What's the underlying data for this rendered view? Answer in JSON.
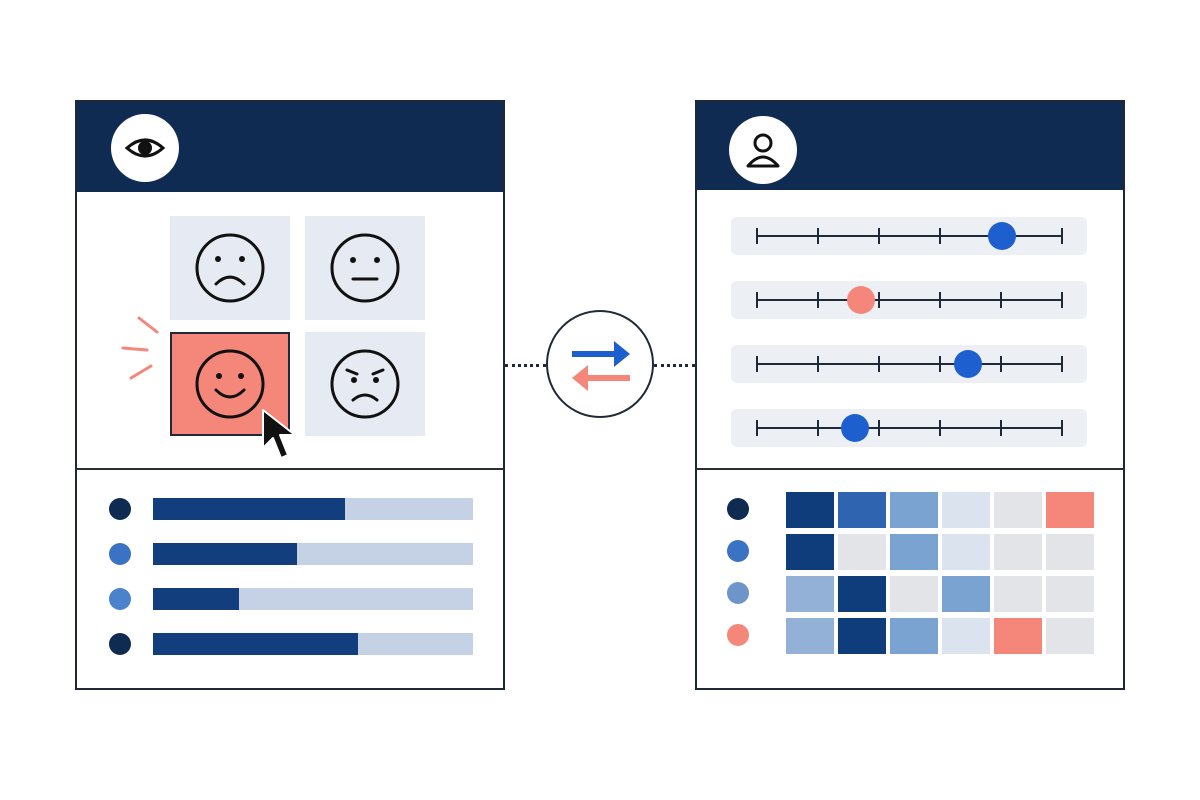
{
  "colors": {
    "header": "#0f2b52",
    "accent_red": "#f4877a",
    "accent_blue": "#1e5fd0",
    "tile": "#e6eaf2",
    "track": "#c5d1e4"
  },
  "left_panel": {
    "header_icon": "eye-icon",
    "faces": [
      {
        "icon": "sad-face-icon",
        "selected": false
      },
      {
        "icon": "neutral-face-icon",
        "selected": false
      },
      {
        "icon": "happy-face-icon",
        "selected": true
      },
      {
        "icon": "worried-face-icon",
        "selected": false
      }
    ],
    "cursor_icon": "mouse-pointer-icon",
    "bars": [
      {
        "dot_color": "#0f2b52",
        "value": 0.6
      },
      {
        "dot_color": "#3a73c4",
        "value": 0.45
      },
      {
        "dot_color": "#4a82cc",
        "value": 0.27
      },
      {
        "dot_color": "#0f2b52",
        "value": 0.64
      }
    ]
  },
  "sync_icon": "swap-arrows-icon",
  "right_panel": {
    "header_icon": "user-icon",
    "sliders": [
      {
        "value": 0.8,
        "color": "#1e5fd0"
      },
      {
        "value": 0.34,
        "color": "#f4877a"
      },
      {
        "value": 0.69,
        "color": "#1e5fd0"
      },
      {
        "value": 0.32,
        "color": "#1e5fd0"
      }
    ],
    "heatmap_dots": [
      "#0f2b52",
      "#3a73c4",
      "#6d95c9",
      "#f4877a"
    ],
    "heatmap": [
      [
        "#0f3c7a",
        "#2e64b0",
        "#7ba3d2",
        "#dbe3ee",
        "#e2e4e8",
        "#f4877a"
      ],
      [
        "#0f3c7a",
        "#e2e4e8",
        "#7ba3d2",
        "#dbe3ee",
        "#e2e4e8",
        "#e2e4e8"
      ],
      [
        "#93b0d6",
        "#0f3c7a",
        "#e2e4e8",
        "#7ba3d2",
        "#e2e4e8",
        "#e2e4e8"
      ],
      [
        "#93b0d6",
        "#0f3c7a",
        "#7ba3d2",
        "#dbe3ee",
        "#f4877a",
        "#e2e4e8"
      ]
    ]
  }
}
